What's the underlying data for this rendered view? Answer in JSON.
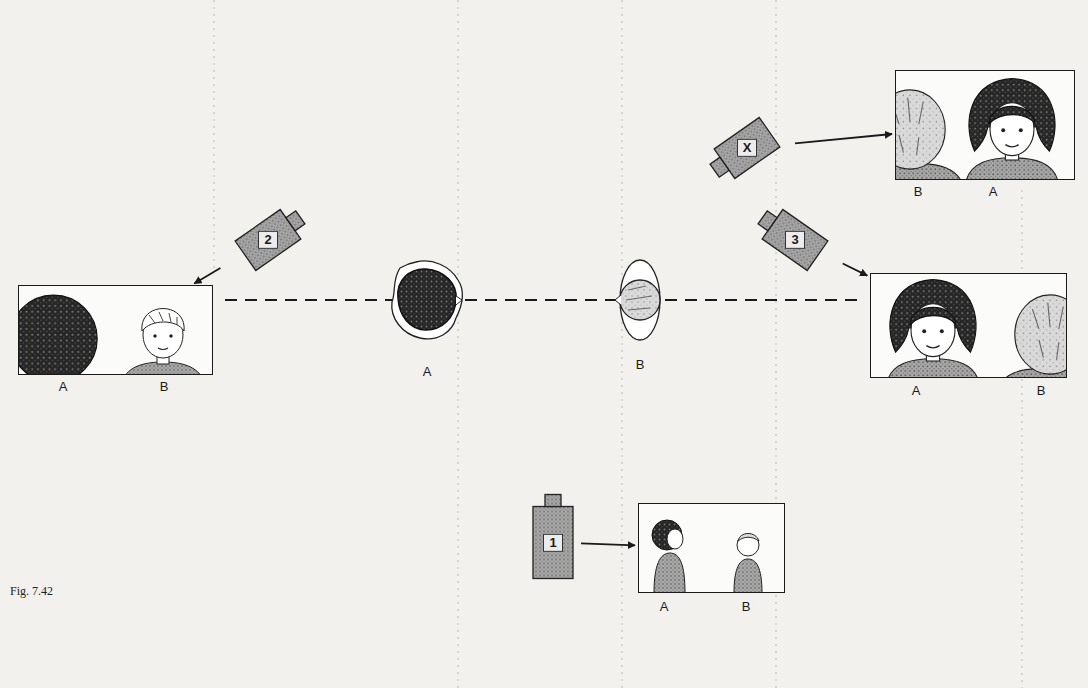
{
  "diagram": {
    "nodes": [
      {
        "text": [
          "X"
        ]
      },
      {
        "text": [
          "B",
          "A"
        ]
      },
      {
        "text": [
          "A"
        ]
      },
      {
        "text": [
          "B"
        ]
      },
      {
        "text": [
          "2"
        ]
      },
      {
        "text": [
          "A",
          "B"
        ]
      },
      {
        "text": [
          "3"
        ]
      },
      {
        "text": [
          "A",
          "B"
        ]
      },
      {
        "text": [
          "1"
        ]
      },
      {
        "text": [
          "A",
          "B"
        ]
      }
    ],
    "edges": [
      {
        "from": 0,
        "to": 1,
        "arrow": "to"
      },
      {
        "from": 4,
        "to": 5,
        "arrow": "to"
      },
      {
        "from": 6,
        "to": 7,
        "arrow": "to"
      },
      {
        "from": 8,
        "to": 9,
        "arrow": "to"
      }
    ],
    "labels": [
      "Fig. 7.42"
    ]
  }
}
